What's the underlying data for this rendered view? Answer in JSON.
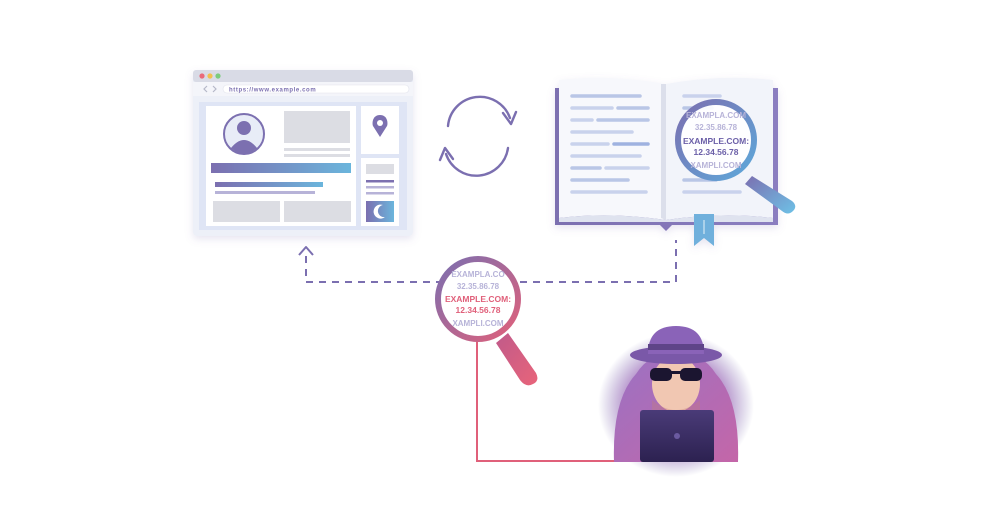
{
  "colors": {
    "purple": "#7b6fb0",
    "blue": "#5e9fd6",
    "pink": "#e0607a",
    "light_purple": "#b7b3d8",
    "panel_bg": "#e8ecf7",
    "gray_block": "#dcdde3"
  },
  "browser": {
    "url": "https://www.example.com",
    "icons": [
      "avatar-icon",
      "location-pin-icon",
      "moon-icon"
    ]
  },
  "sync_icon": "refresh-arrows-icon",
  "book_lens": {
    "top_domain": "EXAMPLA.COM",
    "top_ip": "32.35.86.78",
    "main_domain": "EXAMPLE.COM:",
    "main_ip": "12.34.56.78",
    "bottom_domain": "XAMPLI.COM"
  },
  "attack_lens": {
    "top_domain": "EXAMPLA.CO",
    "top_ip": "32.35.86.78",
    "main_domain": "EXAMPLE.COM:",
    "main_ip": "12.34.56.78",
    "bottom_domain": "XAMPLI.COM"
  },
  "attacker": {
    "icon": "hacker-icon"
  }
}
